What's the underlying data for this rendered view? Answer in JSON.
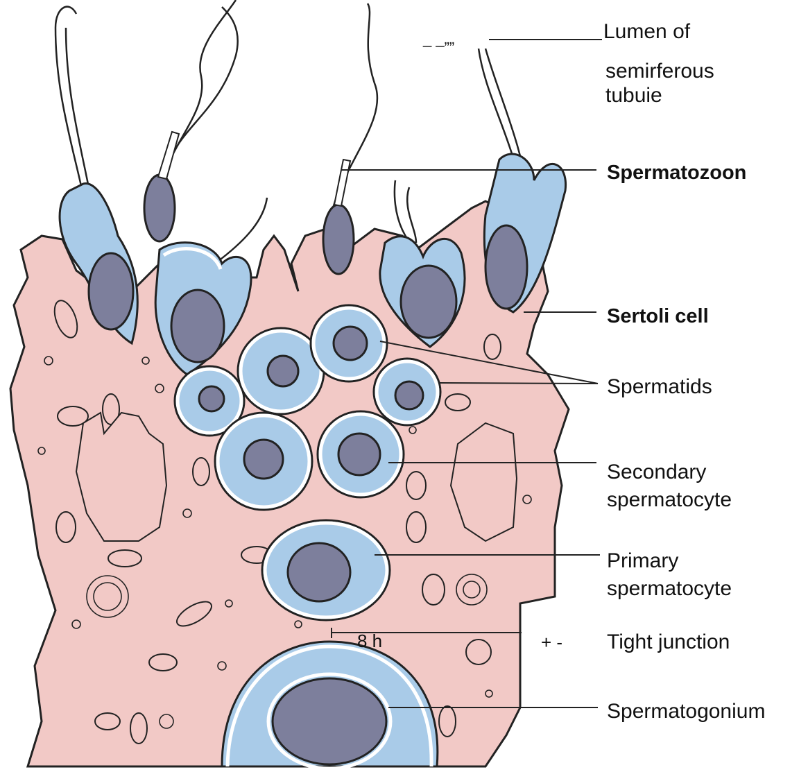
{
  "labels": {
    "lumen_line1": "Lumen of",
    "lumen_line2": "semirferous",
    "lumen_line3": "tubuie",
    "lumen_marks": "_ _„„",
    "spermatozoon": "Spermatozoon",
    "sertoli": "Sertoli cell",
    "spermatids": "Spermatids",
    "secondary_line1": "Secondary",
    "secondary_line2": "spermatocyte",
    "primary_line1": "Primary",
    "primary_line2": "spermatocyte",
    "tight_junction_marks": "+  -",
    "tight_junction": "Tight junction",
    "junction_marks": "8      h",
    "spermatogonium": "Spermatogonium"
  },
  "colors": {
    "tissue": "#f2c9c6",
    "cell": "#a9cbe8",
    "nucleus": "#7d7f9c"
  }
}
